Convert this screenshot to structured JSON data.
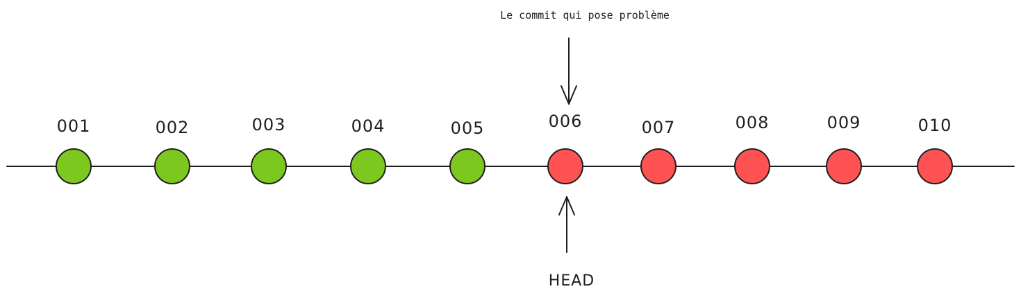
{
  "colors": {
    "good": "#7dc81f",
    "bad": "#ff5353",
    "stroke": "#1e1e1e",
    "timeline": "#1e1e1e"
  },
  "commits": [
    {
      "label": "001",
      "status": "good"
    },
    {
      "label": "002",
      "status": "good"
    },
    {
      "label": "003",
      "status": "good"
    },
    {
      "label": "004",
      "status": "good"
    },
    {
      "label": "005",
      "status": "good"
    },
    {
      "label": "006",
      "status": "bad"
    },
    {
      "label": "007",
      "status": "bad"
    },
    {
      "label": "008",
      "status": "bad"
    },
    {
      "label": "009",
      "status": "bad"
    },
    {
      "label": "010",
      "status": "bad"
    }
  ],
  "annotations": {
    "problem_commit": {
      "text": "Le commit qui pose problème",
      "target_index": 5
    },
    "head": {
      "text": "HEAD",
      "target_index": 5
    }
  }
}
